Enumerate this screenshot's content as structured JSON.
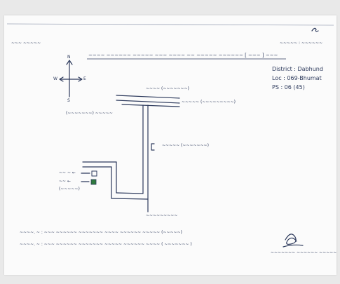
{
  "header": {
    "top_left": "~~~ ~~~~~",
    "top_right": "~~~~~ : ~~~~~~",
    "title": "~~~~ ~~~~~~ ~~~~~ ~~~ ~~~~ ~~ ~~~~~ ~~~~~~ [ ~~~ ] ~~~"
  },
  "district_block": {
    "district": "District : Dabhund",
    "loc": "Loc : 069-Bhumat",
    "ps": "PS : 06 (45)"
  },
  "compass": {
    "north": "N",
    "south": "S",
    "west": "W",
    "east": "E"
  },
  "map_labels": {
    "label_top": "~~~~ (~~~~~~~)",
    "label_top_right": "~~~~~ (~~~~~~~~~)",
    "label_left": "(~~~~~~~) ~~~~~",
    "label_right_mid": "~~~~~ (~~~~~~~)",
    "label_bottom": "~~~~~~~~~",
    "legend_1": "~~ ~ ←",
    "legend_2": "~~ ←",
    "legend_3": "(~~~~~)"
  },
  "notes": {
    "note_1": "~~~~. ~ : ~~~ ~~~~~~ ~~~~~~~ ~~~~ ~~~~~~ ~~~~~ (~~~~~)",
    "note_2": "~~~~. ~ : ~~~ ~~~~~~ ~~~~~~~ ~~~~~ ~~~~~~ ~~~~ ( ~~~~~~~ )"
  },
  "signature_caption": "~~~~~~~ ~~~~~~ ~~~~~~"
}
